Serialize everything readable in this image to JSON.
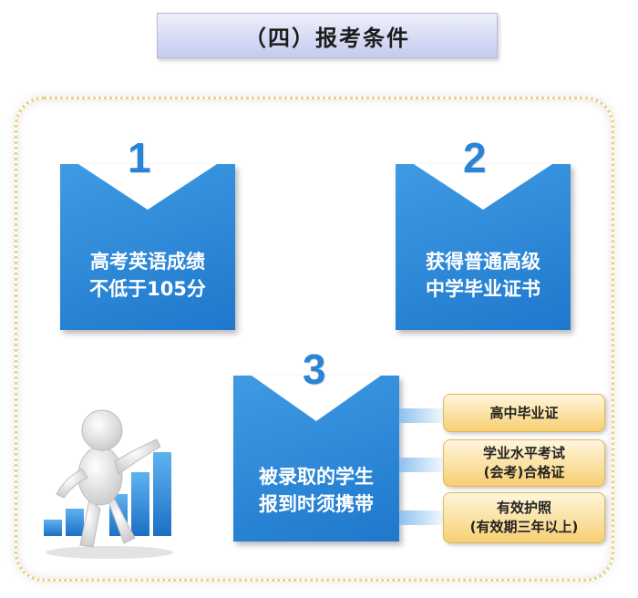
{
  "title": "（四）报考条件",
  "cards": [
    {
      "number": "1",
      "line1": "高考英语成绩",
      "line2": "不低于105分"
    },
    {
      "number": "2",
      "line1": "获得普通高级",
      "line2": "中学毕业证书"
    },
    {
      "number": "3",
      "line1": "被录取的学生",
      "line2": "报到时须携带"
    }
  ],
  "requirements": [
    {
      "line1": "高中毕业证",
      "line2": ""
    },
    {
      "line1": "学业水平考试",
      "line2": "(会考)合格证"
    },
    {
      "line1": "有效护照",
      "line2": "(有效期三年以上)"
    }
  ],
  "colors": {
    "card_blue": "#2a84d6",
    "box_gold": "#f7cf72",
    "frame_gold": "#ecd27a"
  },
  "illustration": "figure-pointing-at-bar-chart-icon"
}
